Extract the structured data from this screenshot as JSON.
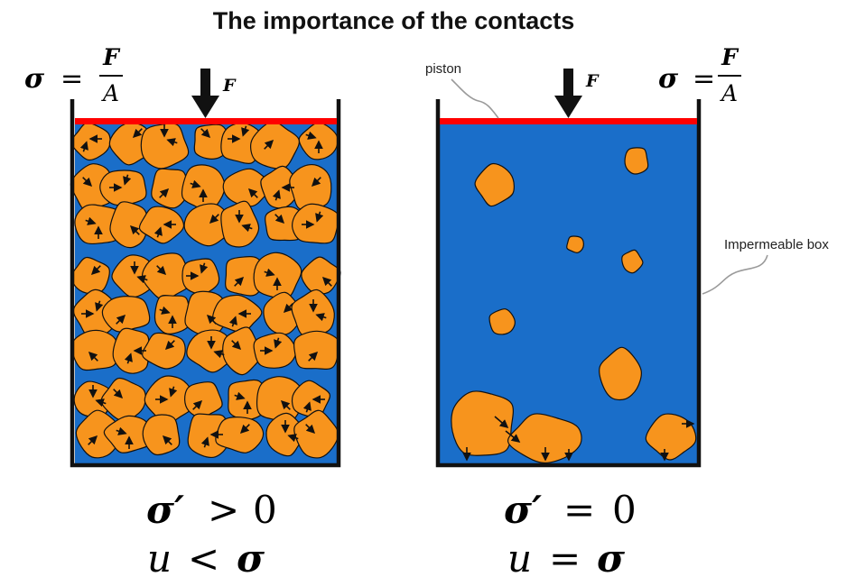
{
  "title": "The importance of the contacts",
  "formula_left": {
    "lhs": "σ",
    "eq": "=",
    "num": "F",
    "den": "A"
  },
  "formula_right": {
    "lhs": "σ",
    "eq": "=",
    "num": "F",
    "den": "A"
  },
  "force_left": "F",
  "force_right": "F",
  "label_piston": "piston",
  "label_box": "Impermeable box",
  "condition_left": {
    "line1_lhs": "σ′",
    "line1_op": ">",
    "line1_rhs": "0",
    "line2_lhs": "u",
    "line2_op": "<",
    "line2_rhs": "σ"
  },
  "condition_right": {
    "line1_lhs": "σ′",
    "line1_op": "=",
    "line1_rhs": "0",
    "line2_lhs": "u",
    "line2_op": "=",
    "line2_rhs": "σ"
  },
  "colors": {
    "water": "#1a6ec9",
    "grain": "#f7941d",
    "piston": "#ff0000",
    "wall": "#111111",
    "leader": "#9a9a9a"
  }
}
